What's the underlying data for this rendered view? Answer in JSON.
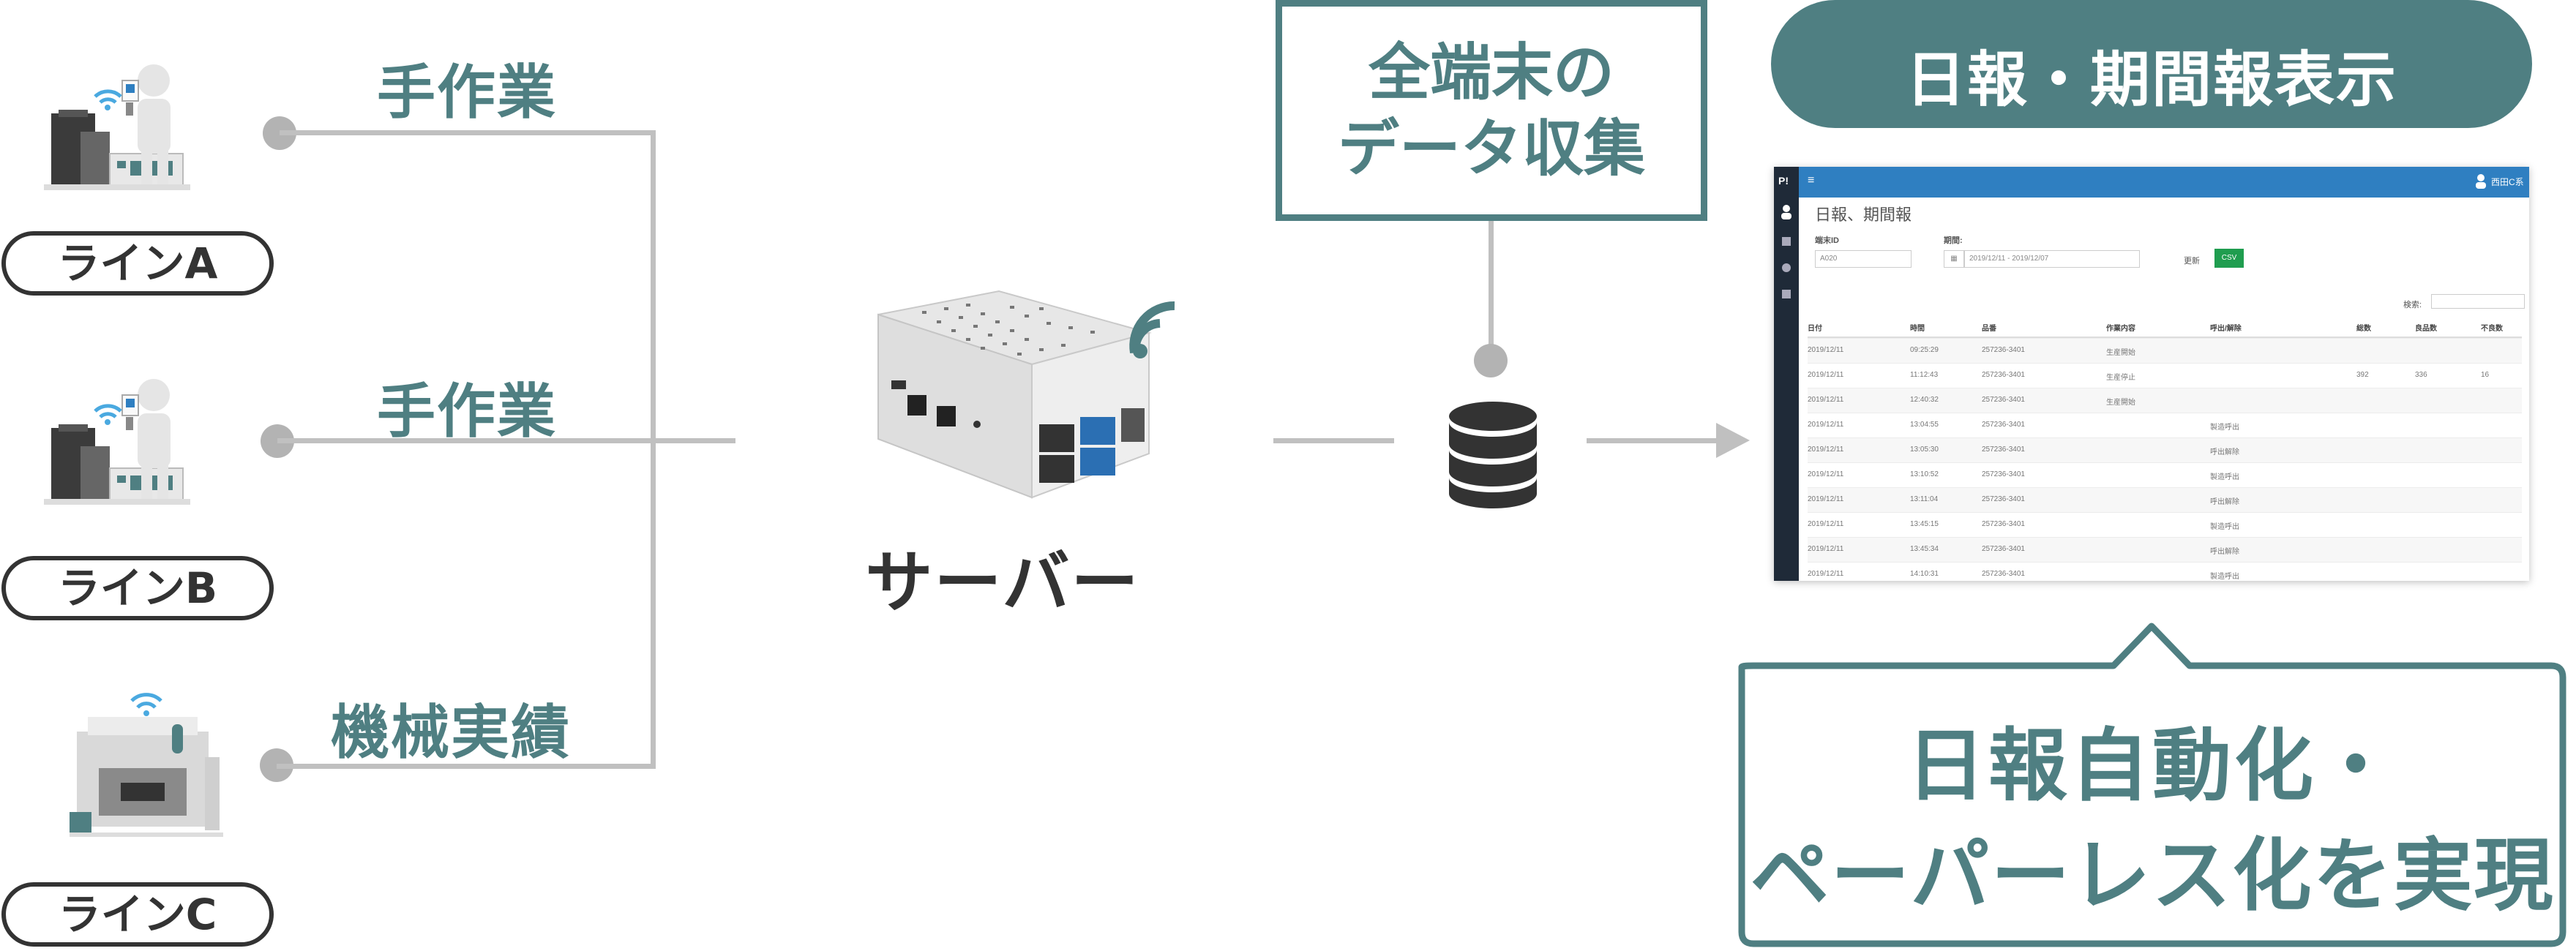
{
  "lines": [
    {
      "label": "ラインA",
      "work": "手作業"
    },
    {
      "label": "ラインB",
      "work": "手作業"
    },
    {
      "label": "ラインC",
      "work": "機械実績"
    }
  ],
  "server": {
    "label": "サーバー"
  },
  "collect": {
    "line1": "全端末の",
    "line2": "データ収集"
  },
  "report_header": "日報・期間報表示",
  "callout": {
    "line1": "日報自動化・",
    "line2": "ペーパーレス化を実現"
  },
  "colors": {
    "accent": "#4f7f82",
    "connector": "#c0c0c0",
    "text": "#333333"
  },
  "screenshot": {
    "app_logo": "P!",
    "top_menu": "≡",
    "user_label": "西田C系",
    "title": "日報、期間報",
    "terminal_id_label": "端末ID",
    "terminal_id_value": "A020",
    "period_label": "期間:",
    "period_value": "2019/12/11 - 2019/12/07",
    "refresh_label": "更新",
    "csv_label": "CSV",
    "search_label": "検索:",
    "columns": [
      "日付",
      "時間",
      "品番",
      "作業内容",
      "呼出/解除",
      "総数",
      "良品数",
      "不良数"
    ],
    "rows": [
      [
        "2019/12/11",
        "09:25:29",
        "257236-3401",
        "生産開始",
        "",
        "",
        "",
        ""
      ],
      [
        "2019/12/11",
        "11:12:43",
        "257236-3401",
        "生産停止",
        "",
        "392",
        "336",
        "16"
      ],
      [
        "2019/12/11",
        "12:40:32",
        "257236-3401",
        "生産開始",
        "",
        "",
        "",
        ""
      ],
      [
        "2019/12/11",
        "13:04:55",
        "257236-3401",
        "",
        "製造呼出",
        "",
        "",
        ""
      ],
      [
        "2019/12/11",
        "13:05:30",
        "257236-3401",
        "",
        "呼出解除",
        "",
        "",
        ""
      ],
      [
        "2019/12/11",
        "13:10:52",
        "257236-3401",
        "",
        "製造呼出",
        "",
        "",
        ""
      ],
      [
        "2019/12/11",
        "13:11:04",
        "257236-3401",
        "",
        "呼出解除",
        "",
        "",
        ""
      ],
      [
        "2019/12/11",
        "13:45:15",
        "257236-3401",
        "",
        "製造呼出",
        "",
        "",
        ""
      ],
      [
        "2019/12/11",
        "13:45:34",
        "257236-3401",
        "",
        "呼出解除",
        "",
        "",
        ""
      ],
      [
        "2019/12/11",
        "14:10:31",
        "257236-3401",
        "",
        "製造呼出",
        "",
        "",
        ""
      ]
    ]
  }
}
